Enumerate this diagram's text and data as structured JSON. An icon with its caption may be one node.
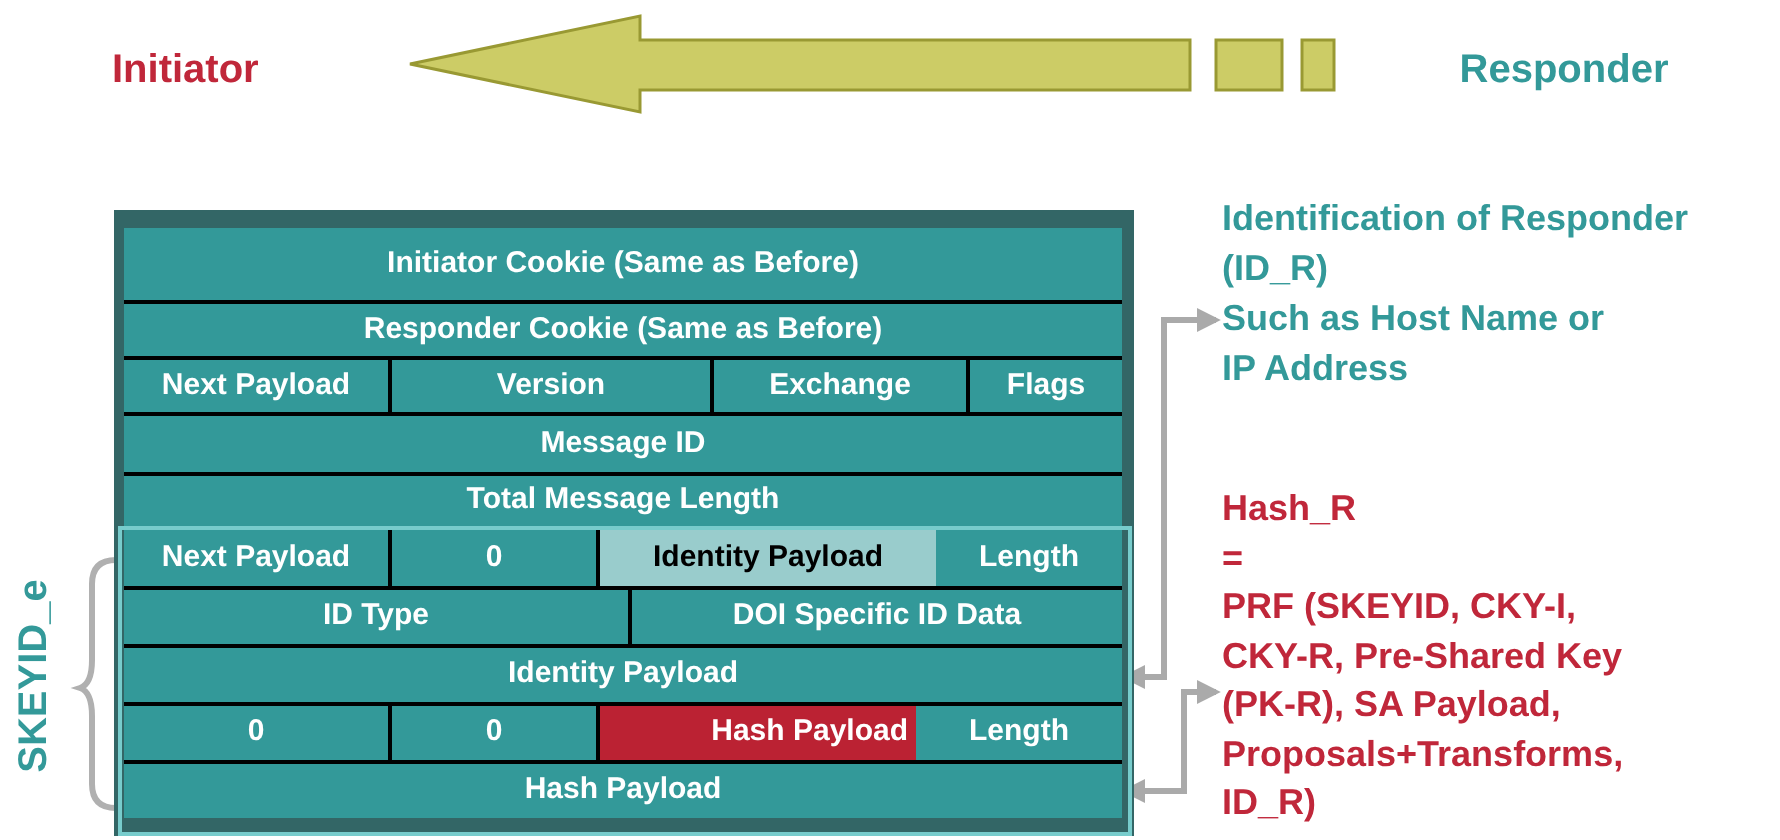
{
  "diagram": {
    "nodes": [
      {
        "text": [
          "Initiator"
        ]
      },
      {
        "text": [
          "Responder"
        ]
      },
      {
        "text": [],
        "shape": "box"
      },
      {
        "text": [
          "Initiator Cookie (Same as Before)"
        ],
        "in": 2
      },
      {
        "text": [
          "Responder Cookie (Same as Before)"
        ],
        "in": 2
      },
      {
        "text": [
          "Next Payload"
        ],
        "in": 2
      },
      {
        "text": [
          "Version"
        ],
        "in": 2
      },
      {
        "text": [
          "Exchange"
        ],
        "in": 2
      },
      {
        "text": [
          "Flags"
        ],
        "in": 2
      },
      {
        "text": [
          "Message ID"
        ],
        "in": 2
      },
      {
        "text": [
          "Total Message Length"
        ],
        "in": 2
      },
      {
        "text": [],
        "shape": "box",
        "in": 2
      },
      {
        "text": [
          "Next Payload"
        ],
        "in": 11
      },
      {
        "text": [
          "0"
        ],
        "in": 11
      },
      {
        "text": [
          "Identity Payload"
        ],
        "in": 11
      },
      {
        "text": [
          "Length"
        ],
        "in": 11
      },
      {
        "text": [
          "ID Type"
        ],
        "in": 11
      },
      {
        "text": [
          "DOI Specific ID Data"
        ],
        "in": 11
      },
      {
        "text": [
          "Identity Payload"
        ],
        "in": 11
      },
      {
        "text": [
          "0"
        ],
        "in": 11
      },
      {
        "text": [
          "0"
        ],
        "in": 11
      },
      {
        "text": [
          "Hash Payload"
        ],
        "in": 11
      },
      {
        "text": [
          "Length"
        ],
        "in": 11
      },
      {
        "text": [
          "Hash Payload"
        ],
        "in": 11
      },
      {
        "text": [
          "Identification of Responder (ID_R)",
          "Such as Host Name or IP Address"
        ]
      },
      {
        "text": [
          "Hash_R",
          "=",
          "PRF (SKEYID, CKY-I, CKY-R, Pre-Shared Key (PK-R), SA Payload, Proposals+Transforms, ID_R)"
        ]
      }
    ],
    "edges": [
      {
        "from": 1,
        "to": 0,
        "arrow": "to",
        "style": "thick",
        "color": "#cccc66"
      },
      {
        "from": 18,
        "to": 24,
        "arrow": "both"
      },
      {
        "from": 23,
        "to": 25,
        "arrow": "both"
      }
    ],
    "labels": [
      "SKEYID_e"
    ]
  }
}
